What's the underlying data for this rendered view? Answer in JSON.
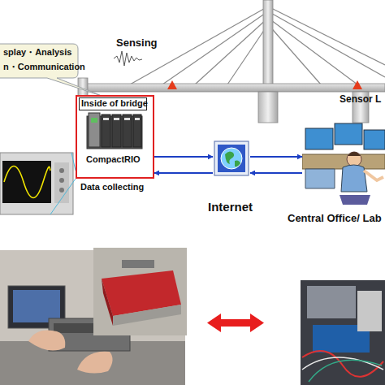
{
  "diagram": {
    "nodes": [
      {
        "text": [
          "splay・Analysis",
          "n・Communication"
        ]
      },
      {
        "text": [
          "Inside of bridge",
          "Data collecting"
        ]
      },
      {
        "text": [
          "CompactRIO"
        ],
        "in": 1
      },
      {
        "text": [
          "Internet"
        ]
      },
      {
        "text": [
          "Central Office/ Lab"
        ]
      }
    ],
    "edges": [
      {
        "from": 1,
        "to": 3,
        "arrow": "to"
      },
      {
        "from": 3,
        "to": 1,
        "arrow": "to"
      },
      {
        "from": 3,
        "to": 4,
        "arrow": "to"
      },
      {
        "from": 4,
        "to": 3,
        "arrow": "to"
      }
    ],
    "labels": [
      "Sensing",
      "Sensor L"
    ]
  }
}
